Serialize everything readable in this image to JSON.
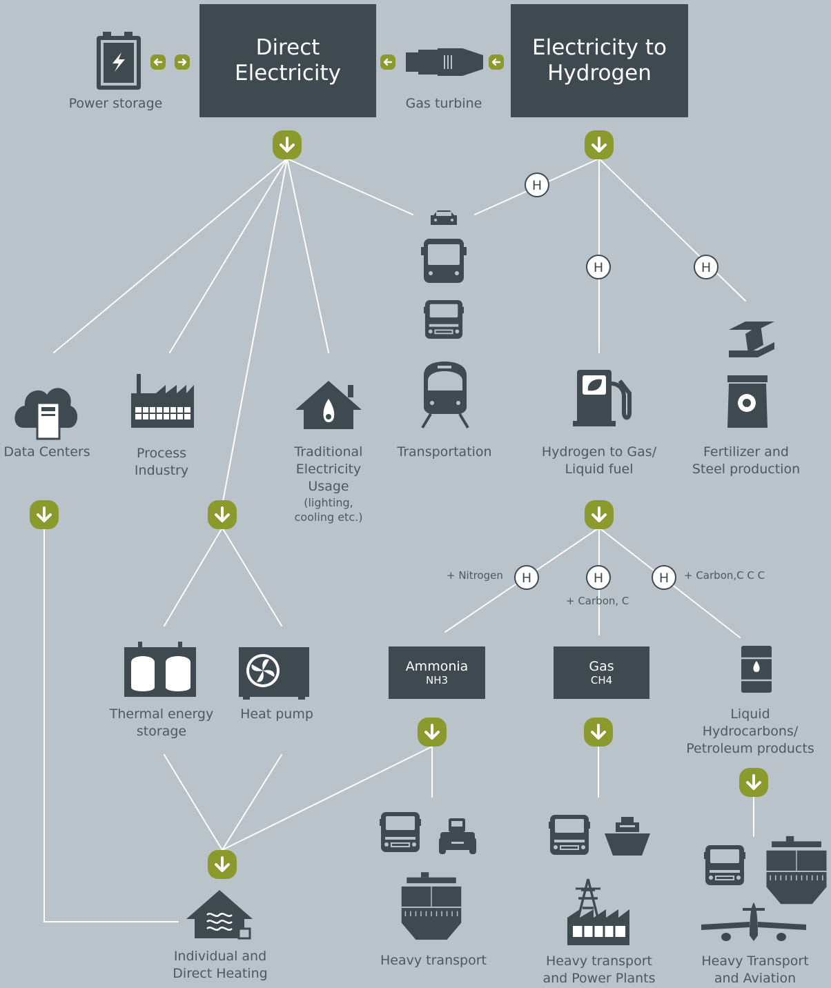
{
  "headers": {
    "direct_electricity": [
      "Direct",
      "Electricity"
    ],
    "electricity_to_hydrogen": [
      "Electricity to",
      "Hydrogen"
    ]
  },
  "products": {
    "ammonia": {
      "title": "Ammonia",
      "formula": "NH3"
    },
    "gas": {
      "title": "Gas",
      "formula": "CH4"
    }
  },
  "labels": {
    "power_storage": "Power storage",
    "gas_turbine": "Gas turbine",
    "data_centers": "Data Centers",
    "process_industry": [
      "Process",
      "Industry"
    ],
    "traditional": [
      "Traditional",
      "Electricity",
      "Usage"
    ],
    "traditional_note": [
      "(lighting,",
      "cooling etc.)"
    ],
    "transportation": "Transportation",
    "hydrogen_fuel": [
      "Hydrogen to Gas/",
      "Liquid fuel"
    ],
    "fertilizer_steel": [
      "Fertilizer and",
      "Steel production"
    ],
    "thermal_storage": [
      "Thermal energy",
      "storage"
    ],
    "heat_pump": "Heat pump",
    "liquid_hydrocarbons": [
      "Liquid",
      "Hydrocarbons/",
      "Petroleum products"
    ],
    "heavy_transport": "Heavy transport",
    "heavy_transport_power": [
      "Heavy transport",
      "and Power Plants"
    ],
    "heavy_transport_aviation": [
      "Heavy Transport",
      "and Aviation"
    ],
    "individual_heating": [
      "Individual and",
      "Direct Heating"
    ]
  },
  "notes": {
    "nitrogen": "+ Nitrogen",
    "carbon": "+ Carbon, C",
    "carbon_ccc": "+ Carbon,C C C"
  },
  "hydrogen_symbol": "H",
  "colors": {
    "background": "#b9c3c9",
    "dark_box": "#3e4a50",
    "icon": "#3e4a50",
    "accent_green": "#8a9a2c",
    "connector": "#ffffff",
    "text": "#4a5a62"
  }
}
